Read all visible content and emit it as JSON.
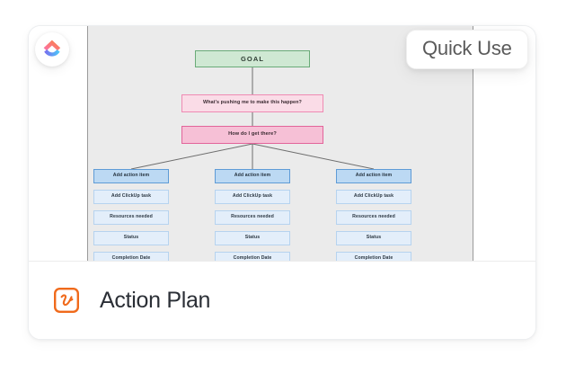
{
  "badge": {
    "label": "Quick Use"
  },
  "logo": {
    "name": "clickup-logo",
    "colors": {
      "pink": "#FD71AF",
      "orange": "#F9733B",
      "purple": "#7B68EE",
      "blue": "#49CCF9"
    }
  },
  "footer": {
    "title": "Action Plan",
    "icon_name": "action-plan-icon",
    "icon_color": "#F06A1B"
  },
  "diagram": {
    "goal": "GOAL",
    "motivation": "What's pushing me to make this happen?",
    "method": "How do I get there?",
    "columns": [
      {
        "rows": [
          "Add action item",
          "Add ClickUp task",
          "Resources needed",
          "Status",
          "Completion Date"
        ]
      },
      {
        "rows": [
          "Add action item",
          "Add ClickUp task",
          "Resources needed",
          "Status",
          "Completion Date"
        ]
      },
      {
        "rows": [
          "Add action item",
          "Add ClickUp task",
          "Resources needed",
          "Status",
          "Completion Date"
        ]
      }
    ],
    "colors": {
      "goal_fill": "#CFE8D3",
      "goal_border": "#6AAB78",
      "pink_light_fill": "#FADCE7",
      "pink_light_border": "#EF8AB3",
      "pink_strong_fill": "#F6C0D6",
      "pink_strong_border": "#E2649A",
      "blue_head_fill": "#BCD9F3",
      "blue_head_border": "#5E9BD6",
      "blue_fill": "#E3EEFA",
      "blue_border": "#B6D3EF",
      "canvas": "#EBEBEB",
      "connector": "#6E6E6E"
    }
  }
}
